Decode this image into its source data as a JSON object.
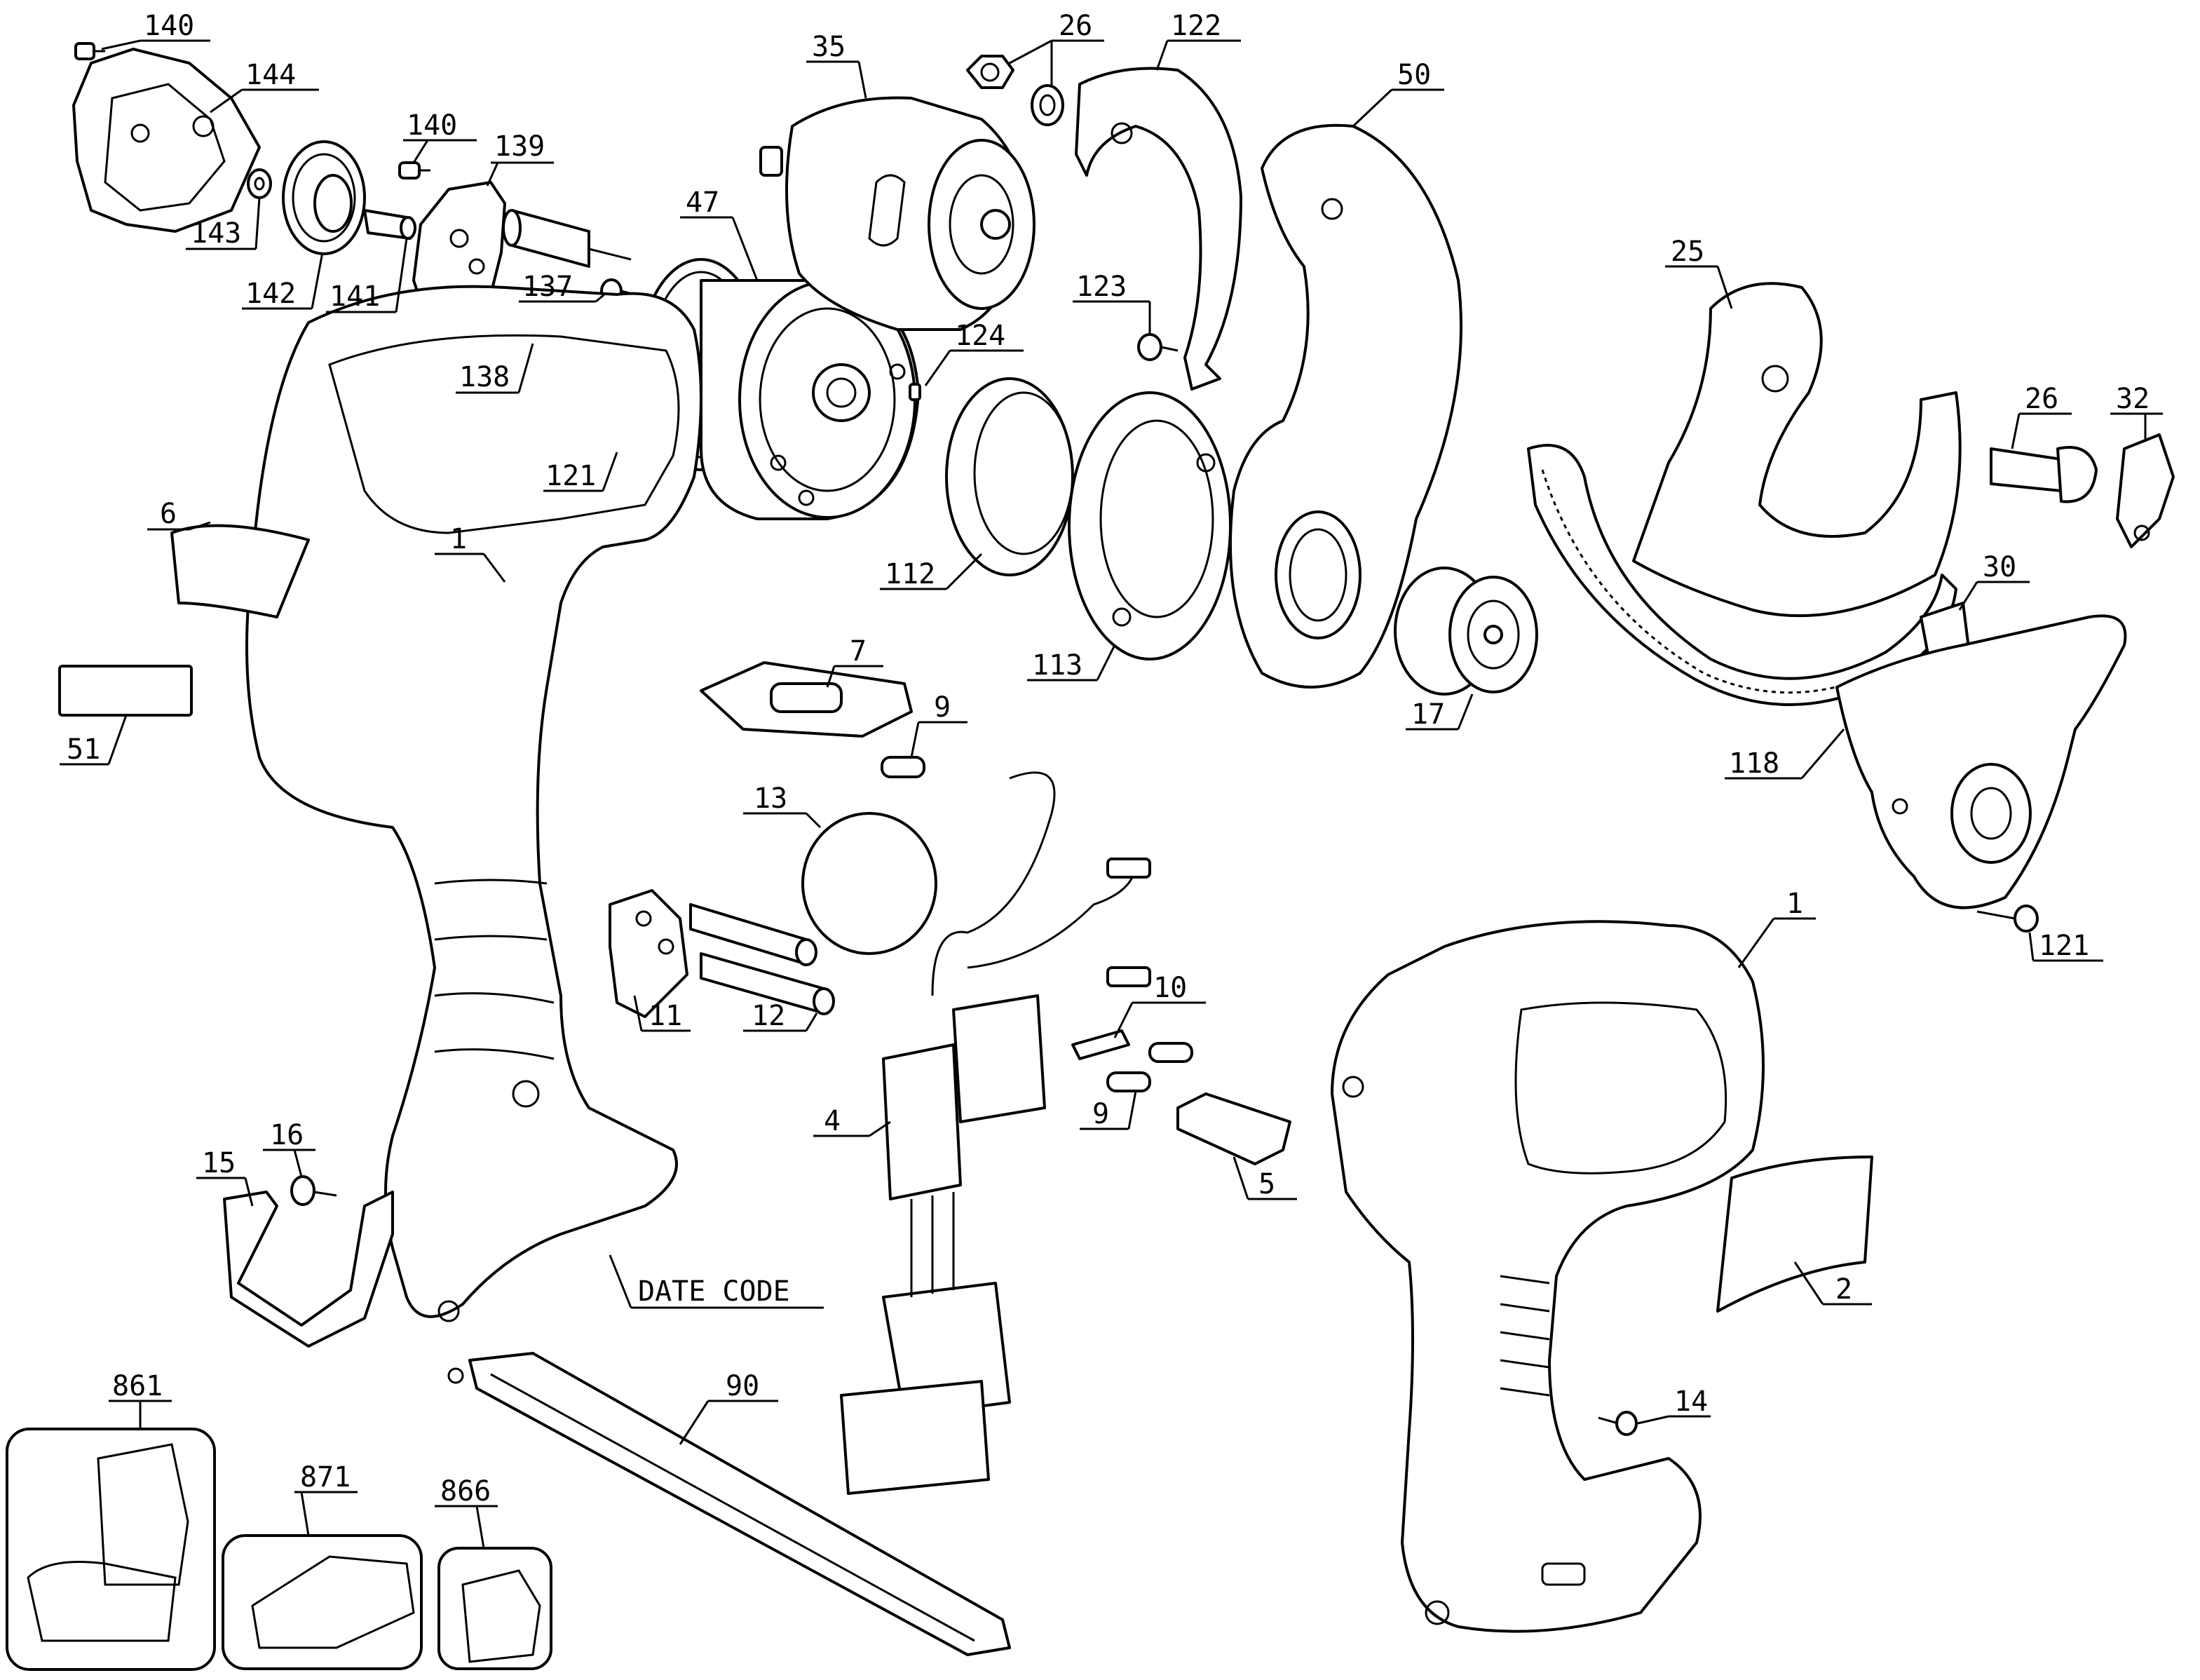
{
  "diagram": {
    "date_code_label": "DATE CODE",
    "callouts": [
      {
        "id": "c140a",
        "label": "140"
      },
      {
        "id": "c144",
        "label": "144"
      },
      {
        "id": "c140b",
        "label": "140"
      },
      {
        "id": "c139",
        "label": "139"
      },
      {
        "id": "c143",
        "label": "143"
      },
      {
        "id": "c142",
        "label": "142"
      },
      {
        "id": "c141",
        "label": "141"
      },
      {
        "id": "c137",
        "label": "137"
      },
      {
        "id": "c138",
        "label": "138"
      },
      {
        "id": "c121a",
        "label": "121"
      },
      {
        "id": "c35",
        "label": "35"
      },
      {
        "id": "c47",
        "label": "47"
      },
      {
        "id": "c26a",
        "label": "26"
      },
      {
        "id": "c122",
        "label": "122"
      },
      {
        "id": "c50",
        "label": "50"
      },
      {
        "id": "c123",
        "label": "123"
      },
      {
        "id": "c124",
        "label": "124"
      },
      {
        "id": "c112",
        "label": "112"
      },
      {
        "id": "c113",
        "label": "113"
      },
      {
        "id": "c25",
        "label": "25"
      },
      {
        "id": "c26b",
        "label": "26"
      },
      {
        "id": "c32",
        "label": "32"
      },
      {
        "id": "c30",
        "label": "30"
      },
      {
        "id": "c17",
        "label": "17"
      },
      {
        "id": "c118",
        "label": "118"
      },
      {
        "id": "c121b",
        "label": "121"
      },
      {
        "id": "c6",
        "label": "6"
      },
      {
        "id": "c1a",
        "label": "1"
      },
      {
        "id": "c51",
        "label": "51"
      },
      {
        "id": "c7",
        "label": "7"
      },
      {
        "id": "c9a",
        "label": "9"
      },
      {
        "id": "c13",
        "label": "13"
      },
      {
        "id": "c11",
        "label": "11"
      },
      {
        "id": "c12",
        "label": "12"
      },
      {
        "id": "c10",
        "label": "10"
      },
      {
        "id": "c9b",
        "label": "9"
      },
      {
        "id": "c4",
        "label": "4"
      },
      {
        "id": "c5",
        "label": "5"
      },
      {
        "id": "c1b",
        "label": "1"
      },
      {
        "id": "c2",
        "label": "2"
      },
      {
        "id": "c15",
        "label": "15"
      },
      {
        "id": "c16",
        "label": "16"
      },
      {
        "id": "c90",
        "label": "90"
      },
      {
        "id": "c14",
        "label": "14"
      },
      {
        "id": "c861",
        "label": "861"
      },
      {
        "id": "c871",
        "label": "871"
      },
      {
        "id": "c866",
        "label": "866"
      }
    ]
  }
}
